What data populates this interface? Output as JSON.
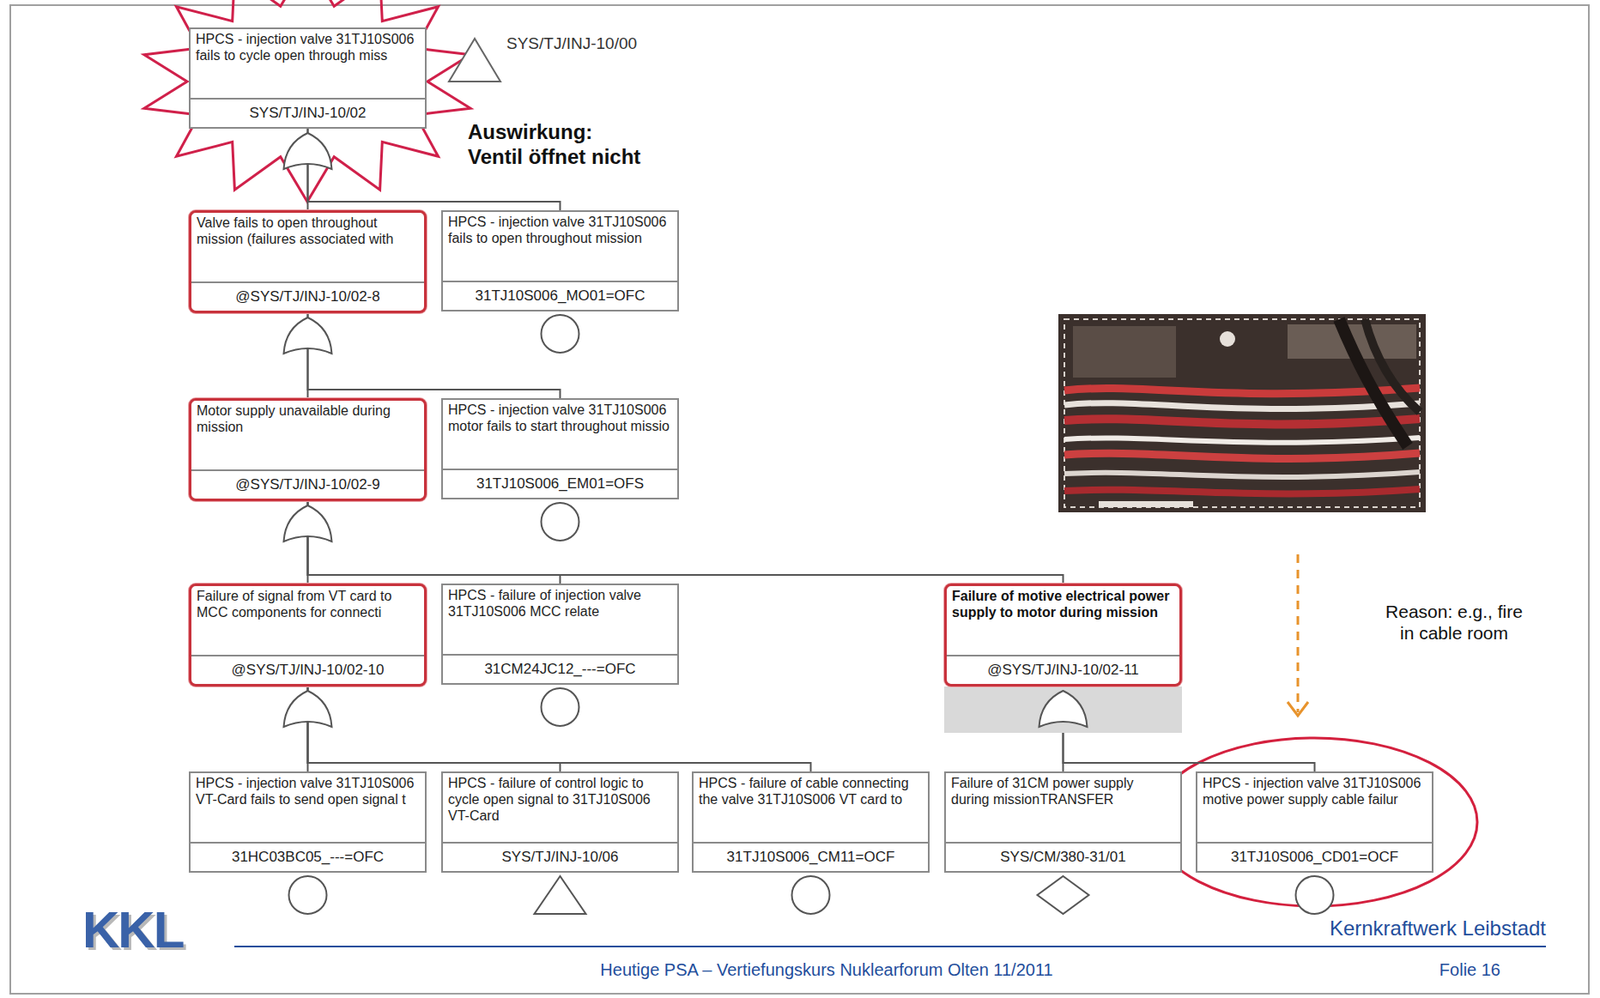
{
  "diagram": {
    "nodes": [
      {
        "text": [
          "HPCS - injection valve 31TJ10S006 fails to cycle open through miss",
          "SYS/TJ/INJ-10/02"
        ]
      },
      {
        "text": [
          "Valve fails to open throughout mission (failures associated with",
          "@SYS/TJ/INJ-10/02-8"
        ]
      },
      {
        "text": [
          "HPCS - injection valve 31TJ10S006 fails to open throughout mission",
          "31TJ10S006_MO01=OFC"
        ]
      },
      {
        "text": [
          "Motor supply unavailable during mission",
          "@SYS/TJ/INJ-10/02-9"
        ]
      },
      {
        "text": [
          "HPCS - injection valve 31TJ10S006 motor fails to start throughout missio",
          "31TJ10S006_EM01=OFS"
        ]
      },
      {
        "text": [
          "Failure of signal from VT card to MCC components for connecti",
          "@SYS/TJ/INJ-10/02-10"
        ]
      },
      {
        "text": [
          "HPCS - failure of injection valve 31TJ10S006 MCC relate",
          "31CM24JC12_---=OFC"
        ]
      },
      {
        "text": [
          "Failure of motive electrical power supply to motor during mission",
          "@SYS/TJ/INJ-10/02-11"
        ]
      },
      {
        "text": [
          "HPCS - injection valve 31TJ10S006 VT-Card fails to send open signal t",
          "31HC03BC05_---=OFC"
        ]
      },
      {
        "text": [
          "HPCS - failure of control logic to cycle open signal to 31TJ10S006 VT-Card",
          "SYS/TJ/INJ-10/06"
        ]
      },
      {
        "text": [
          "HPCS - failure of cable connecting the valve 31TJ10S006 VT card to",
          "31TJ10S006_CM11=OCF"
        ]
      },
      {
        "text": [
          "Failure of 31CM power supply during missionTRANSFER",
          "SYS/CM/380-31/01"
        ]
      },
      {
        "text": [
          "HPCS - injection valve 31TJ10S006 motive power supply cable failur",
          "31TJ10S006_CD01=OCF"
        ]
      }
    ],
    "edges": [
      {
        "from": 0,
        "to": 1,
        "arrow": "none"
      },
      {
        "from": 0,
        "to": 2,
        "arrow": "none"
      },
      {
        "from": 1,
        "to": 3,
        "arrow": "none"
      },
      {
        "from": 1,
        "to": 4,
        "arrow": "none"
      },
      {
        "from": 3,
        "to": 5,
        "arrow": "none"
      },
      {
        "from": 3,
        "to": 6,
        "arrow": "none"
      },
      {
        "from": 3,
        "to": 7,
        "arrow": "none"
      },
      {
        "from": 5,
        "to": 8,
        "arrow": "none"
      },
      {
        "from": 5,
        "to": 9,
        "arrow": "none"
      },
      {
        "from": 5,
        "to": 10,
        "arrow": "none"
      },
      {
        "from": 7,
        "to": 11,
        "arrow": "none"
      },
      {
        "from": 7,
        "to": 12,
        "arrow": "none"
      }
    ],
    "labels": [
      "SYS/TJ/INJ-10/00",
      "Auswirkung: Ventil öffnet nicht",
      "Reason: e.g., fire in cable room",
      "KKL",
      "Kernkraftwerk Leibstadt",
      "Heutige PSA – Vertiefungskurs Nuklearforum Olten 11/2011",
      "Folie 16"
    ]
  }
}
